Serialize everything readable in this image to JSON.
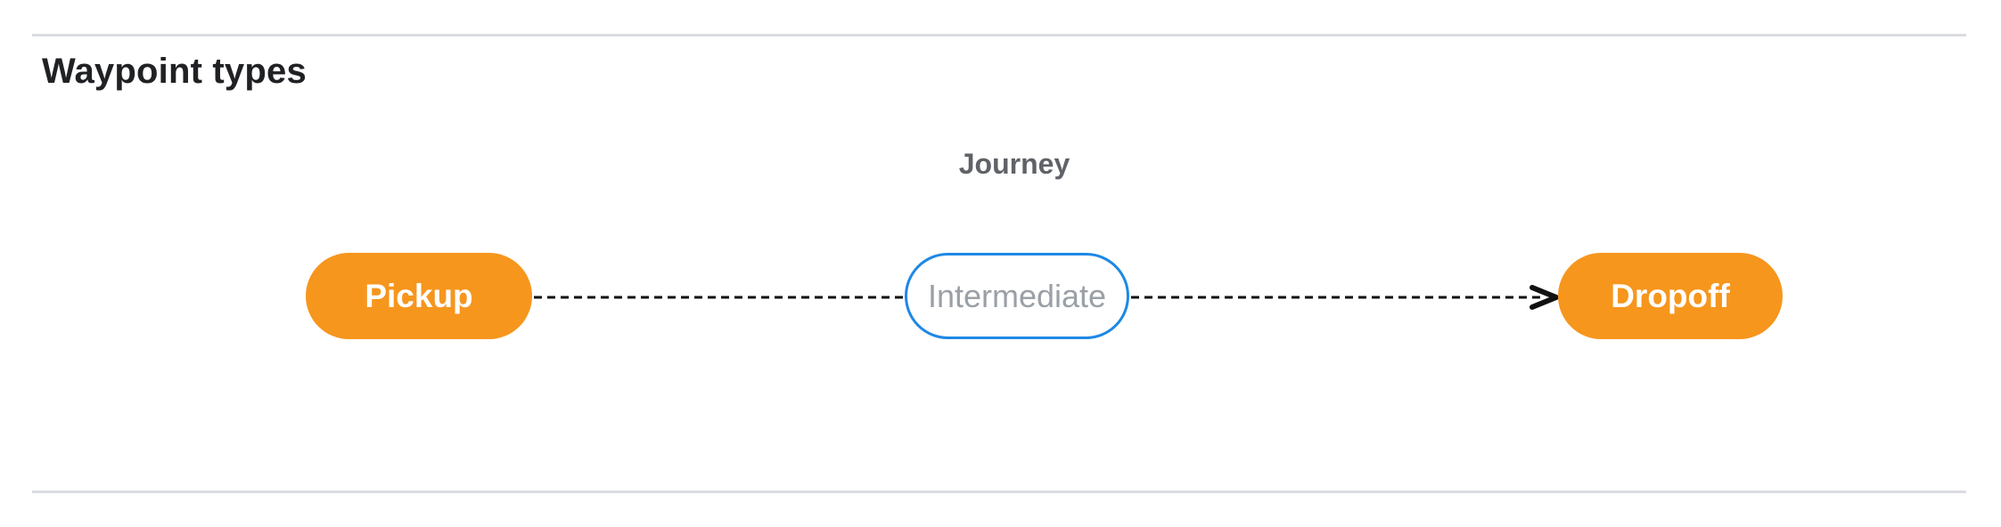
{
  "page": {
    "section_title": "Waypoint types"
  },
  "diagram": {
    "journey_label": "Journey",
    "nodes": [
      {
        "label": "Pickup",
        "kind": "terminal"
      },
      {
        "label": "Intermediate",
        "kind": "intermediate"
      },
      {
        "label": "Dropoff",
        "kind": "terminal"
      }
    ],
    "edges": [
      {
        "from": "Pickup",
        "to": "Intermediate",
        "style": "dashed",
        "arrowhead": false
      },
      {
        "from": "Intermediate",
        "to": "Dropoff",
        "style": "dashed",
        "arrowhead": true
      }
    ]
  },
  "colors": {
    "terminal_fill": "#F6961D",
    "terminal_text": "#FFFFFF",
    "intermediate_fill": "#FFFFFF",
    "intermediate_border": "#1E88E5",
    "intermediate_text": "#9AA0A6",
    "journey_text": "#5F6368",
    "title_text": "#202124",
    "connector": "#111111",
    "divider": "#DADCE0",
    "background": "#FFFFFF"
  }
}
